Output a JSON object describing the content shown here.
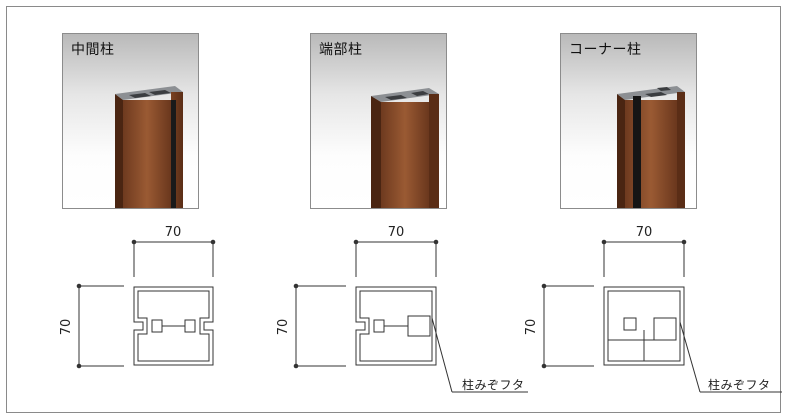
{
  "posts": [
    {
      "label": "中間柱",
      "width": "70",
      "height": "70"
    },
    {
      "label": "端部柱",
      "width": "70",
      "height": "70"
    },
    {
      "label": "コーナー柱",
      "width": "70",
      "height": "70"
    }
  ],
  "callouts": [
    {
      "text": "柱みぞフタ"
    },
    {
      "text": "柱みぞフタ"
    }
  ],
  "colors": {
    "wood": "#8a4b2a",
    "aluminum": "#5f6368",
    "line": "#333333"
  }
}
